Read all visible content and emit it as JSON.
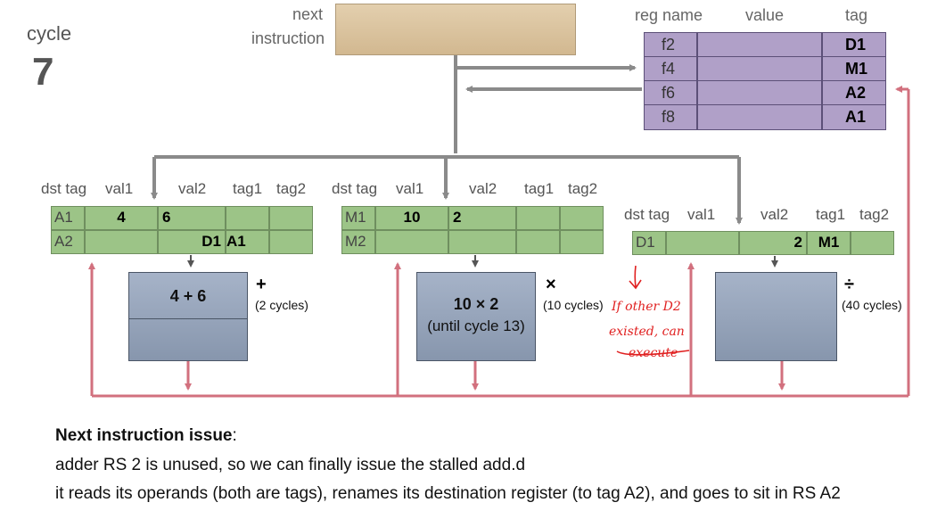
{
  "cycle": {
    "label": "cycle",
    "value": "7"
  },
  "next_instruction": {
    "label_line1": "next",
    "label_line2": "instruction"
  },
  "regfile": {
    "headers": [
      "reg name",
      "value",
      "tag"
    ],
    "rows": [
      {
        "name": "f2",
        "value": "",
        "tag": "D1"
      },
      {
        "name": "f4",
        "value": "",
        "tag": "M1"
      },
      {
        "name": "f6",
        "value": "",
        "tag": "A2"
      },
      {
        "name": "f8",
        "value": "",
        "tag": "A1"
      }
    ]
  },
  "rs_headers": {
    "dst_tag": "dst tag",
    "val1": "val1",
    "val2": "val2",
    "tag1": "tag1",
    "tag2": "tag2"
  },
  "adder_rs": [
    {
      "dst": "A1",
      "val1": "4",
      "val2": "6",
      "tag1": "",
      "tag2": ""
    },
    {
      "dst": "A2",
      "val1": "",
      "val2": "D1",
      "tag1": "A1",
      "tag2": ""
    }
  ],
  "mult_rs": [
    {
      "dst": "M1",
      "val1": "10",
      "val2": "2",
      "tag1": "",
      "tag2": ""
    },
    {
      "dst": "M2",
      "val1": "",
      "val2": "",
      "tag1": "",
      "tag2": ""
    }
  ],
  "div_rs": [
    {
      "dst": "D1",
      "val1": "",
      "val2": "2",
      "tag1": "M1",
      "tag2": ""
    }
  ],
  "adder_fu": {
    "stage1": "4 + 6",
    "op": "+",
    "cycles": "(2 cycles)"
  },
  "mult_fu": {
    "line1": "10 × 2",
    "line2": "(until cycle 13)",
    "op": "×",
    "cycles": "(10 cycles)"
  },
  "div_fu": {
    "op": "÷",
    "cycles": "(40 cycles)"
  },
  "handwritten_note": [
    "If other D2",
    "existed, can",
    "execute"
  ],
  "notes": {
    "heading": "Next instruction issue",
    "heading_suffix": ":",
    "line1": "adder RS 2 is unused, so we can finally issue the stalled add.d",
    "line2": "it reads its operands (both are tags), renames its destination register (to tag A2), and goes to sit in RS A2"
  },
  "colors": {
    "rs_green": "#9cc487",
    "reg_purple": "#b0a0c8",
    "fu_blue": "#8f9db3",
    "cdb_red": "#d2707e",
    "arrow_gray": "#8a8a8a",
    "instr_tan": "#ddc4a0",
    "ink_red": "#e02020"
  }
}
